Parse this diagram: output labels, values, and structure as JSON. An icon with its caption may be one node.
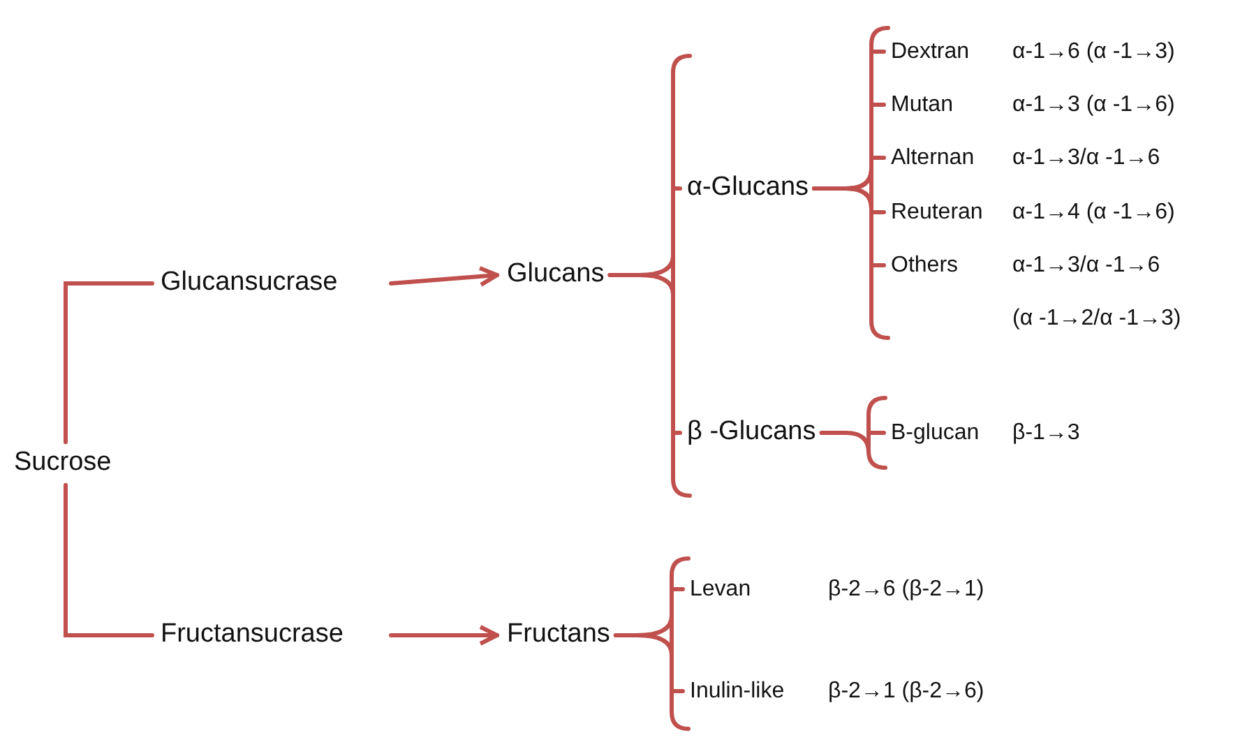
{
  "diagram": {
    "nodes": [
      {
        "text": [
          "Sucrose"
        ]
      },
      {
        "text": [
          "Glucansucrase"
        ]
      },
      {
        "text": [
          "Fructansucrase"
        ]
      },
      {
        "text": [
          "Glucans"
        ]
      },
      {
        "text": [
          "Fructans"
        ]
      },
      {
        "text": [
          "α-Glucans"
        ]
      },
      {
        "text": [
          "β -Glucans"
        ]
      },
      {
        "text": [
          "Dextran"
        ],
        "beside": [
          "α-1→6 (α -1→3)"
        ]
      },
      {
        "text": [
          "Mutan"
        ],
        "beside": [
          "α-1→3 (α -1→6)"
        ]
      },
      {
        "text": [
          "Alternan"
        ],
        "beside": [
          "α-1→3/α -1→6"
        ]
      },
      {
        "text": [
          "Reuteran"
        ],
        "beside": [
          "α-1→4 (α -1→6)"
        ]
      },
      {
        "text": [
          "Others"
        ],
        "beside": [
          "α-1→3/α -1→6",
          "(α -1→2/α -1→3)"
        ]
      },
      {
        "text": [
          "B-glucan"
        ],
        "beside": [
          "β-1→3"
        ]
      },
      {
        "text": [
          "Levan"
        ],
        "beside": [
          "β-2→6 (β-2→1)"
        ]
      },
      {
        "text": [
          "Inulin-like"
        ],
        "beside": [
          "β-2→1 (β-2→6)"
        ]
      }
    ],
    "edges": [
      {
        "from": 0,
        "to": 1,
        "arrow": "none"
      },
      {
        "from": 0,
        "to": 2,
        "arrow": "none"
      },
      {
        "from": 1,
        "to": 3,
        "arrow": "to"
      },
      {
        "from": 2,
        "to": 4,
        "arrow": "to"
      },
      {
        "from": 3,
        "to": 5,
        "arrow": "none"
      },
      {
        "from": 3,
        "to": 6,
        "arrow": "none"
      },
      {
        "from": 5,
        "to": 7,
        "arrow": "none"
      },
      {
        "from": 5,
        "to": 8,
        "arrow": "none"
      },
      {
        "from": 5,
        "to": 9,
        "arrow": "none"
      },
      {
        "from": 5,
        "to": 10,
        "arrow": "none"
      },
      {
        "from": 5,
        "to": 11,
        "arrow": "none"
      },
      {
        "from": 6,
        "to": 12,
        "arrow": "none"
      },
      {
        "from": 4,
        "to": 13,
        "arrow": "none"
      },
      {
        "from": 4,
        "to": 14,
        "arrow": "none"
      }
    ]
  }
}
